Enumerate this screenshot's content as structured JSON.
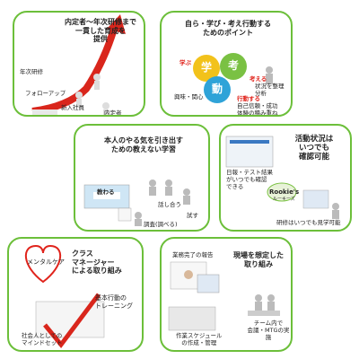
{
  "panel1": {
    "title": "内定者～年次研修まで\n一貫した育成を\n提供",
    "labels": [
      "年次研修",
      "フォローアップ",
      "新入社員",
      "内定者"
    ]
  },
  "panel2": {
    "title": "自ら・学び・考え行動する\nためのポイント",
    "circle_chars": [
      "学",
      "考",
      "動"
    ],
    "red_labels": [
      "学ぶ",
      "考える",
      "行動する"
    ],
    "notes": [
      "興味・関心",
      "状況を整理\n分析",
      "自己信頼・成功\n体験の積み重ね"
    ]
  },
  "panel3": {
    "title": "本人のやる気を引き出す\nための教えない学習",
    "labels": [
      "教わる",
      "話し合う",
      "試す",
      "調査(調べる)"
    ]
  },
  "panel4": {
    "title": "活動状況は\nいつでも\n確認可能",
    "notes": [
      "日報・テスト結果\nがいつでも確認\nできる",
      "研修はいつでも見学可能"
    ],
    "logo_text": "Rookie's",
    "logo_sub": "ルーキーズ"
  },
  "panel5": {
    "title": "クラス\nマネージャー\nによる取り組み",
    "heart_label": "メンタルケア",
    "labels": [
      "基本行動の\nトレーニング",
      "社会人としての\nマインドセット"
    ]
  },
  "panel6": {
    "title": "現場を想定した\n取り組み",
    "labels": [
      "業務完了の報告",
      "チーム内で\n会議・MTGの実施",
      "作業スケジュール\nの作成・管理"
    ]
  }
}
